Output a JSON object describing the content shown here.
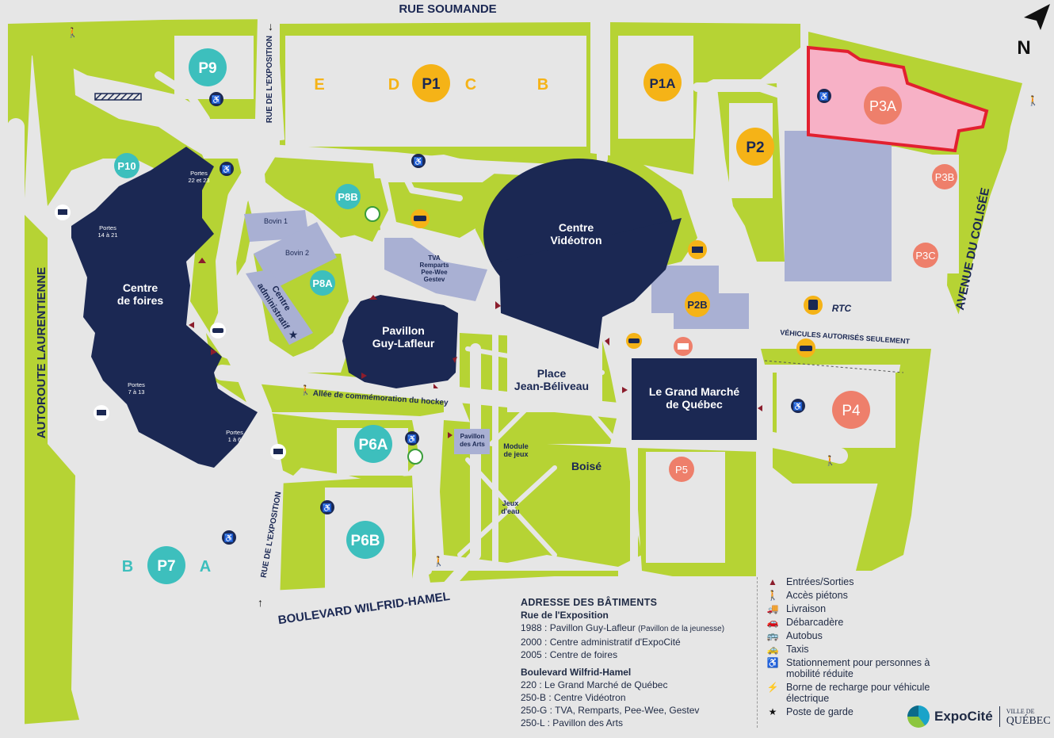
{
  "colors": {
    "green": "#b6d334",
    "road": "#e6e6e6",
    "building": "#1b2853",
    "secondary_building": "#a9b0d3",
    "lot_teal": "#3dbfbd",
    "lot_orange": "#f5b317",
    "lot_salmon": "#ee7f6b",
    "highlight_fill": "#f7b1c6",
    "highlight_stroke": "#e2202f"
  },
  "streets": {
    "north": "RUE SOUMANDE",
    "west": "AUTOROUTE LAURENTIENNE",
    "east": "AVENUE DU COLISÉE",
    "south": "BOULEVARD WILFRID-HAMEL",
    "expo_north": "RUE DE L'EXPOSITION",
    "expo_south": "RUE DE L'EXPOSITION",
    "hockey_alley": "Allée de commémoration du hockey"
  },
  "compass": "N",
  "buildings": {
    "foires_line1": "Centre",
    "foires_line2": "de foires",
    "videotron_line1": "Centre",
    "videotron_line2": "Vidéotron",
    "guy_lafleur_line1": "Pavillon",
    "guy_lafleur_line2": "Guy-Lafleur",
    "marche_line1": "Le Grand Marché",
    "marche_line2": "de Québec",
    "admin_line1": "Centre",
    "admin_line2": "administratif",
    "bovin1": "Bovin 1",
    "bovin2": "Bovin 2",
    "tva_1": "TVA",
    "tva_2": "Remparts",
    "tva_3": "Pee-Wee",
    "tva_4": "Gestev",
    "arts_1": "Pavillon",
    "arts_2": "des Arts"
  },
  "doors": {
    "d2223_1": "Portes",
    "d2223_2": "22 et 23",
    "d1421_1": "Portes",
    "d1421_2": "14 à 21",
    "d713_1": "Portes",
    "d713_2": "7 à 13",
    "d16_1": "Portes",
    "d16_2": "1 à 6"
  },
  "places": {
    "place_1": "Place",
    "place_2": "Jean-Béliveau",
    "boise": "Boisé",
    "module_1": "Module",
    "module_2": "de jeux",
    "jeux_1": "Jeux",
    "jeux_2": "d'eau",
    "authorized": "VÉHICULES AUTORISÉS SEULEMENT",
    "rtc": "RTC"
  },
  "lots": {
    "p1": "P1",
    "p1a": "P1A",
    "p2": "P2",
    "p2b": "P2B",
    "p3a": "P3A",
    "p3b": "P3B",
    "p3c": "P3C",
    "p4": "P4",
    "p5": "P5",
    "p6a": "P6A",
    "p6b": "P6B",
    "p7": "P7",
    "p8a": "P8A",
    "p8b": "P8B",
    "p9": "P9",
    "p10": "P10"
  },
  "sections": {
    "e": "E",
    "d": "D",
    "c": "C",
    "b": "B",
    "p7b": "B",
    "p7a": "A"
  },
  "address": {
    "heading": "ADRESSE DES BÂTIMENTS",
    "street1": "Rue de l'Exposition",
    "l1": "1988 : Pavillon Guy-Lafleur",
    "l1_note": "(Pavillon de la jeunesse)",
    "l2": "2000 : Centre administratif d'ExpoCité",
    "l3": "2005 : Centre de foires",
    "street2": "Boulevard Wilfrid-Hamel",
    "l4": "220 : Le Grand Marché de Québec",
    "l5": "250-B : Centre Vidéotron",
    "l6": "250-G : TVA, Remparts, Pee-Wee, Gestev",
    "l7": "250-L : Pavillon des Arts"
  },
  "legend": [
    {
      "icon": "▲",
      "name": "entry-exit-icon",
      "label": "Entrées/Sorties"
    },
    {
      "icon": "🚶",
      "name": "pedestrian-icon",
      "label": "Accès piétons"
    },
    {
      "icon": "🚚",
      "name": "delivery-icon",
      "label": "Livraison"
    },
    {
      "icon": "🚗",
      "name": "dropoff-icon",
      "label": "Débarcadère"
    },
    {
      "icon": "🚌",
      "name": "bus-icon",
      "label": "Autobus"
    },
    {
      "icon": "🚕",
      "name": "taxi-icon",
      "label": "Taxis"
    },
    {
      "icon": "♿",
      "name": "accessible-icon",
      "label": "Stationnement pour personnes à mobilité réduite"
    },
    {
      "icon": "⚡",
      "name": "ev-charger-icon",
      "label": "Borne de recharge pour véhicule électrique"
    },
    {
      "icon": "★",
      "name": "guard-star-icon",
      "label": "Poste de garde"
    }
  ],
  "brand": {
    "name": "ExpoCité",
    "ville_small": "VILLE DE",
    "ville_big": "QUÉBEC"
  }
}
